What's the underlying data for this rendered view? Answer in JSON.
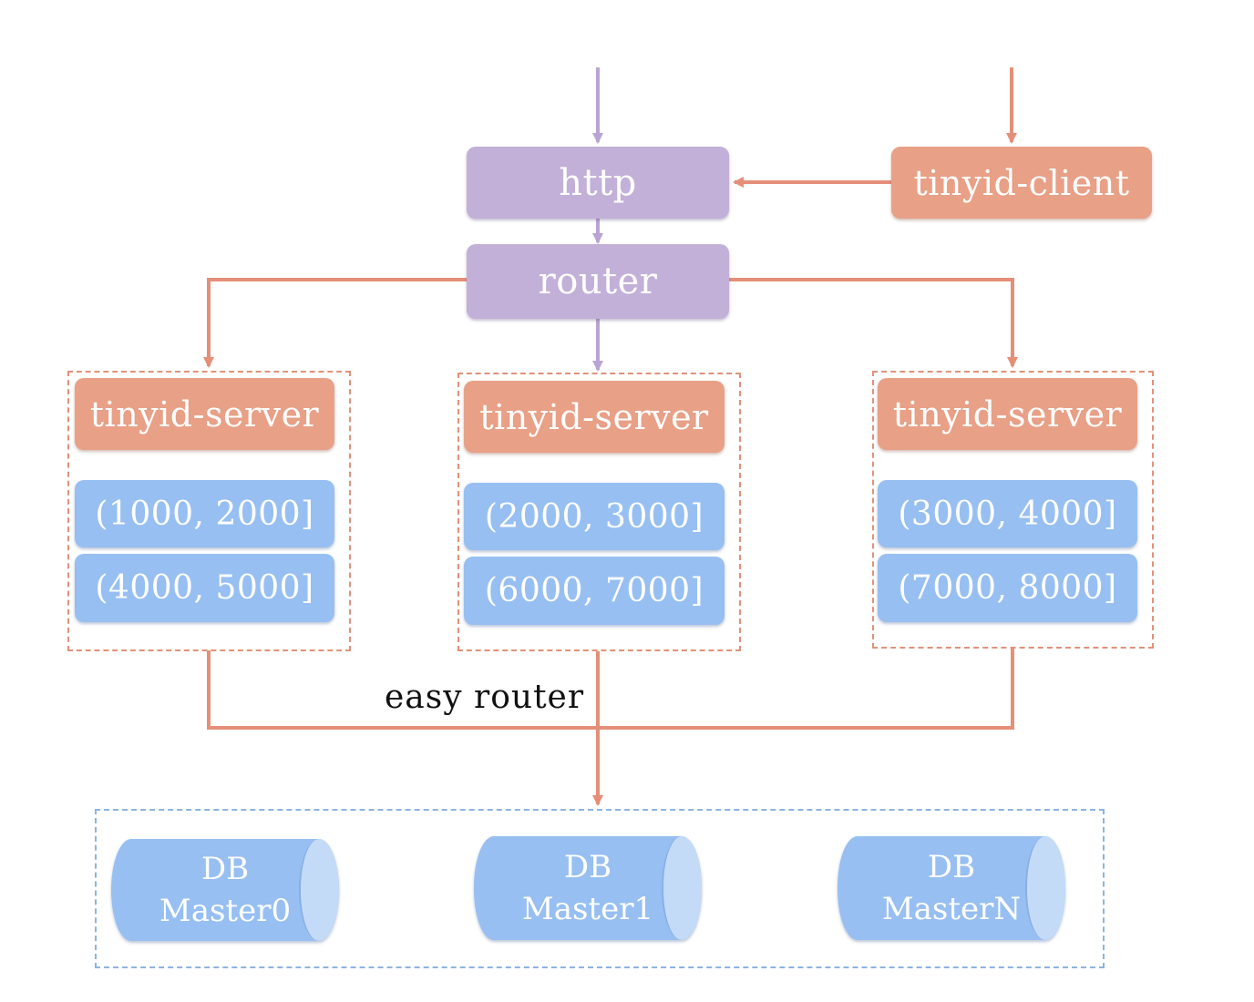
{
  "diagram": {
    "http_label": "http",
    "router_label": "router",
    "client_label": "tinyid-client",
    "easy_router_label": "easy router",
    "servers": [
      {
        "label": "tinyid-server",
        "ranges": [
          "(1000, 2000]",
          "(4000, 5000]"
        ]
      },
      {
        "label": "tinyid-server",
        "ranges": [
          "(2000, 3000]",
          "(6000, 7000]"
        ]
      },
      {
        "label": "tinyid-server",
        "ranges": [
          "(3000, 4000]",
          "(7000, 8000]"
        ]
      }
    ],
    "databases": [
      {
        "line1": "DB",
        "line2": "Master0"
      },
      {
        "line1": "DB",
        "line2": "Master1"
      },
      {
        "line1": "DB",
        "line2": "MasterN"
      }
    ],
    "colors": {
      "purple": "#c2b0d8",
      "salmon": "#e8a087",
      "blue": "#97bff2"
    }
  }
}
